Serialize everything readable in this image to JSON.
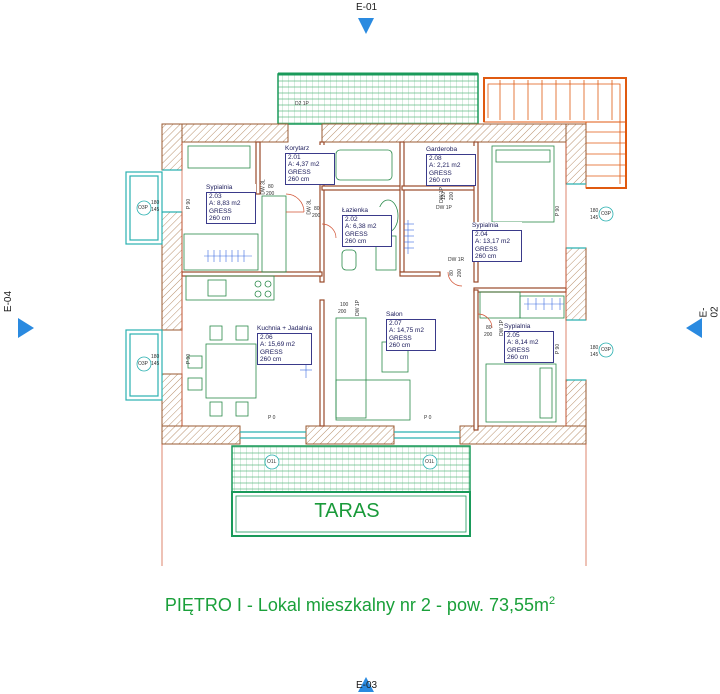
{
  "elevations": {
    "top": "E-01",
    "right": "E-02",
    "bottom": "E-03",
    "left": "E-04"
  },
  "rooms": [
    {
      "id": "korytarz",
      "name": "Korytarz",
      "num": "2.01",
      "area": "A: 4,37 m2",
      "floor": "GRESS",
      "height": "260 cm"
    },
    {
      "id": "lazienka",
      "name": "Łazienka",
      "num": "2.02",
      "area": "A: 6,38 m2",
      "floor": "GRESS",
      "height": "260 cm"
    },
    {
      "id": "sypialnia203",
      "name": "Sypialnia",
      "num": "2.03",
      "area": "A: 8,83 m2",
      "floor": "GRESS",
      "height": "260 cm"
    },
    {
      "id": "sypialnia204",
      "name": "Sypialnia",
      "num": "2.04",
      "area": "A: 13,17 m2",
      "floor": "GRESS",
      "height": "260 cm"
    },
    {
      "id": "sypialnia205",
      "name": "Sypialnia",
      "num": "2.05",
      "area": "A: 8,14 m2",
      "floor": "GRESS",
      "height": "260 cm"
    },
    {
      "id": "kuchnia",
      "name": "Kuchnia + Jadalnia",
      "num": "2.06",
      "area": "A: 15,69 m2",
      "floor": "GRESS",
      "height": "260 cm"
    },
    {
      "id": "salon",
      "name": "Salon",
      "num": "2.07",
      "area": "A: 14,75 m2",
      "floor": "GRESS",
      "height": "260 cm"
    },
    {
      "id": "garderoba",
      "name": "Garderoba",
      "num": "2.08",
      "area": "A: 2,21 m2",
      "floor": "GRESS",
      "height": "260 cm"
    }
  ],
  "taras_label": "TARAS",
  "title_main": "PIĘTRO I - Lokal mieszkalny nr 2 - pow. 73,55m",
  "title_sup": "2",
  "door_labels": {
    "d1": "D2 1P",
    "d2": "DW 3L",
    "d3": "DW 3L",
    "d4": "DW 1P",
    "d5": "DW 1R",
    "d6": "DW 1P",
    "d7": "DW 1P",
    "d8": "DW 1P"
  },
  "dims": {
    "a": "80",
    "b": "200",
    "c": "80",
    "d": "200",
    "e": "120",
    "f": "200",
    "g": "80",
    "h": "200",
    "i": "100",
    "j": "200",
    "k": "80",
    "l": "200",
    "w1": "180",
    "w2": "145",
    "w3": "180",
    "w4": "145",
    "w5": "180",
    "w6": "145",
    "w7": "180",
    "w8": "145",
    "p90a": "P 90",
    "p90b": "P 90",
    "p90c": "P 90",
    "p90d": "P 90",
    "p0a": "P 0",
    "p0b": "P 0",
    "oknoL1": "O3P",
    "oknoL2": "O3P",
    "oknoR1": "O3P",
    "oknoR2": "O3P",
    "oknoT1": "O1L",
    "oknoT2": "O1L"
  },
  "colors": {
    "wall": "#b46a3c",
    "hatch": "#c8a080",
    "terrace": "#1a9a5a",
    "furniture": "#2a8a4a",
    "stair": "#e05a10",
    "window": "#2ab0b0",
    "text": "#1a1a5a",
    "title": "#1aa03a",
    "triangle": "#2a8ae0"
  }
}
